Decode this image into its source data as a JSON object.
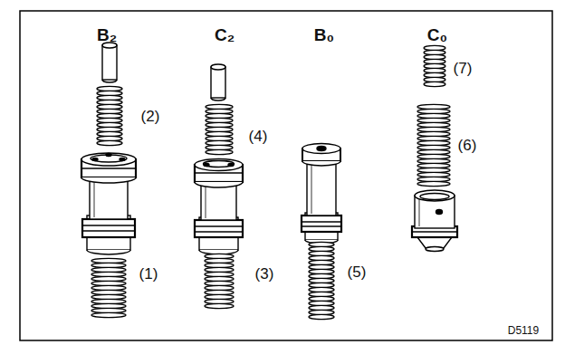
{
  "diagram": {
    "labels": [
      "B₂",
      "C₂",
      "B₀",
      "C₀",
      "(7)",
      "(2)",
      "(4)",
      "(6)",
      "(1)",
      "(3)",
      "(5)",
      "D5119"
    ]
  }
}
